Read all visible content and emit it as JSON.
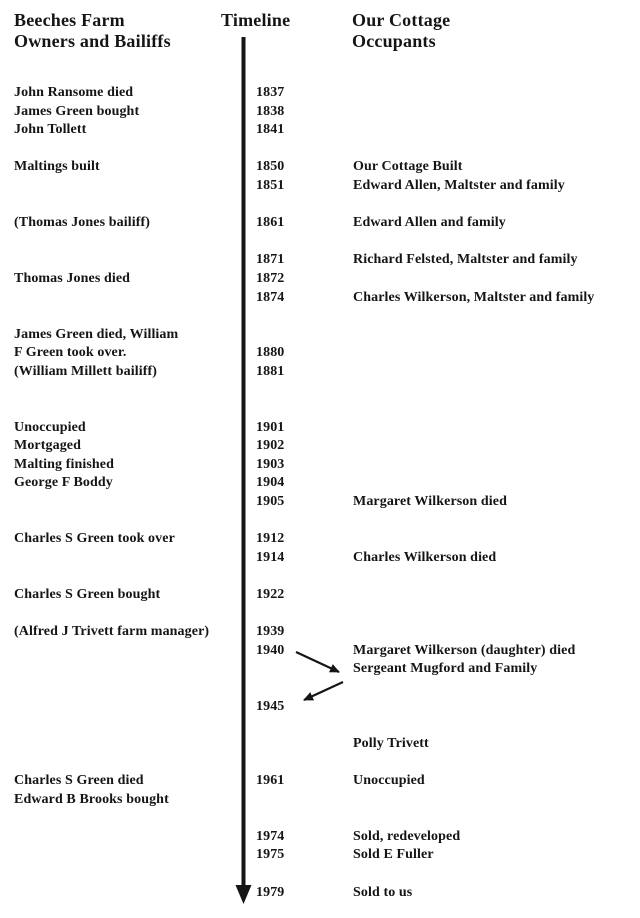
{
  "headings": {
    "left": "Beeches Farm\nOwners and Bailiffs",
    "center": "Timeline",
    "right": "Our Cottage\nOccupants"
  },
  "colors": {
    "ink": "#151515",
    "background": "#ffffff"
  },
  "rows": [
    {
      "year": "1837",
      "left": "John Ransome died",
      "right": ""
    },
    {
      "year": "1838",
      "left": "James Green bought",
      "right": ""
    },
    {
      "year": "1841",
      "left": "John Tollett",
      "right": ""
    },
    {
      "year": "",
      "left": "",
      "right": ""
    },
    {
      "year": "1850",
      "left": "Maltings built",
      "right": "Our Cottage Built"
    },
    {
      "year": "1851",
      "left": "",
      "right": "Edward Allen, Maltster and family"
    },
    {
      "year": "",
      "left": "",
      "right": ""
    },
    {
      "year": "1861",
      "left": "(Thomas Jones bailiff)",
      "right": "Edward Allen and family"
    },
    {
      "year": "",
      "left": "",
      "right": ""
    },
    {
      "year": "1871",
      "left": "",
      "right": "Richard Felsted, Maltster and family"
    },
    {
      "year": "1872",
      "left": "Thomas Jones died",
      "right": ""
    },
    {
      "year": "1874",
      "left": "",
      "right": "Charles Wilkerson, Maltster and family"
    },
    {
      "year": "",
      "left": "",
      "right": ""
    },
    {
      "year": "",
      "left": "James Green died, William",
      "right": ""
    },
    {
      "year": "1880",
      "left": "F Green took over.",
      "right": ""
    },
    {
      "year": "1881",
      "left": "(William Millett bailiff)",
      "right": ""
    },
    {
      "year": "",
      "left": "",
      "right": ""
    },
    {
      "year": "",
      "left": "",
      "right": ""
    },
    {
      "year": "1901",
      "left": "Unoccupied",
      "right": ""
    },
    {
      "year": "1902",
      "left": "Mortgaged",
      "right": ""
    },
    {
      "year": "1903",
      "left": "Malting finished",
      "right": ""
    },
    {
      "year": "1904",
      "left": "George F Boddy",
      "right": ""
    },
    {
      "year": "1905",
      "left": "",
      "right": "Margaret Wilkerson died"
    },
    {
      "year": "",
      "left": "",
      "right": ""
    },
    {
      "year": "1912",
      "left": "Charles S Green took over",
      "right": ""
    },
    {
      "year": "1914",
      "left": "",
      "right": "Charles Wilkerson died"
    },
    {
      "year": "",
      "left": "",
      "right": ""
    },
    {
      "year": "1922",
      "left": "Charles S Green bought",
      "right": ""
    },
    {
      "year": "",
      "left": "",
      "right": ""
    },
    {
      "year": "1939",
      "left": "(Alfred J Trivett farm manager)",
      "right": ""
    },
    {
      "year": "1940",
      "left": "",
      "right": "Margaret Wilkerson (daughter) died"
    },
    {
      "year": "",
      "left": "",
      "right": "Sergeant Mugford and Family"
    },
    {
      "year": "",
      "left": "",
      "right": ""
    },
    {
      "year": "1945",
      "left": "",
      "right": ""
    },
    {
      "year": "",
      "left": "",
      "right": ""
    },
    {
      "year": "",
      "left": "",
      "right": "Polly Trivett"
    },
    {
      "year": "",
      "left": "",
      "right": ""
    },
    {
      "year": "1961",
      "left": "Charles S Green died",
      "right": "Unoccupied"
    },
    {
      "year": "",
      "left": "Edward B Brooks bought",
      "right": ""
    },
    {
      "year": "",
      "left": "",
      "right": ""
    },
    {
      "year": "1974",
      "left": "",
      "right": "Sold, redeveloped"
    },
    {
      "year": "1975",
      "left": "",
      "right": "Sold E Fuller"
    },
    {
      "year": "",
      "left": "",
      "right": ""
    },
    {
      "year": "1979",
      "left": "",
      "right": "Sold to us"
    }
  ],
  "arrows": [
    {
      "from": "1940",
      "to": "Sergeant Mugford and Family"
    },
    {
      "from": "Sergeant Mugford and Family",
      "to": "1945"
    }
  ],
  "timeline": {
    "axis_direction": "downward-arrow",
    "start_year": "1837",
    "end_year": "1979"
  }
}
